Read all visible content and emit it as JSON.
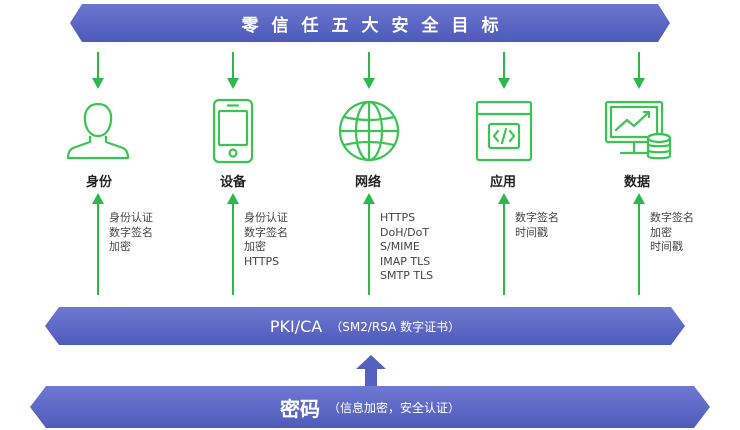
{
  "top_banner": {
    "title": "零信任五大安全目标"
  },
  "pillars": [
    {
      "label": "身份",
      "icon": "person-icon",
      "items": [
        "身份认证",
        "数字签名",
        "加密"
      ]
    },
    {
      "label": "设备",
      "icon": "smartphone-icon",
      "items": [
        "身份认证",
        "数字签名",
        "加密",
        "HTTPS"
      ]
    },
    {
      "label": "网络",
      "icon": "globe-icon",
      "items": [
        "HTTPS",
        "DoH/DoT",
        "S/MIME",
        "IMAP TLS",
        "SMTP TLS"
      ]
    },
    {
      "label": "应用",
      "icon": "code-window-icon",
      "items": [
        "数字签名",
        "时间戳"
      ]
    },
    {
      "label": "数据",
      "icon": "monitor-chart-database-icon",
      "items": [
        "数字签名",
        "加密",
        "时间戳"
      ]
    }
  ],
  "pki_bar": {
    "main": "PKI/CA",
    "sub": "（SM2/RSA 数字证书）"
  },
  "crypto_bar": {
    "main": "密码",
    "sub": "（信息加密，安全认证）"
  },
  "colors": {
    "banner": "#5561c0",
    "arrow": "#2db84a",
    "icon_stroke": "#3cc453",
    "icon_glow": "#bff0c6"
  }
}
